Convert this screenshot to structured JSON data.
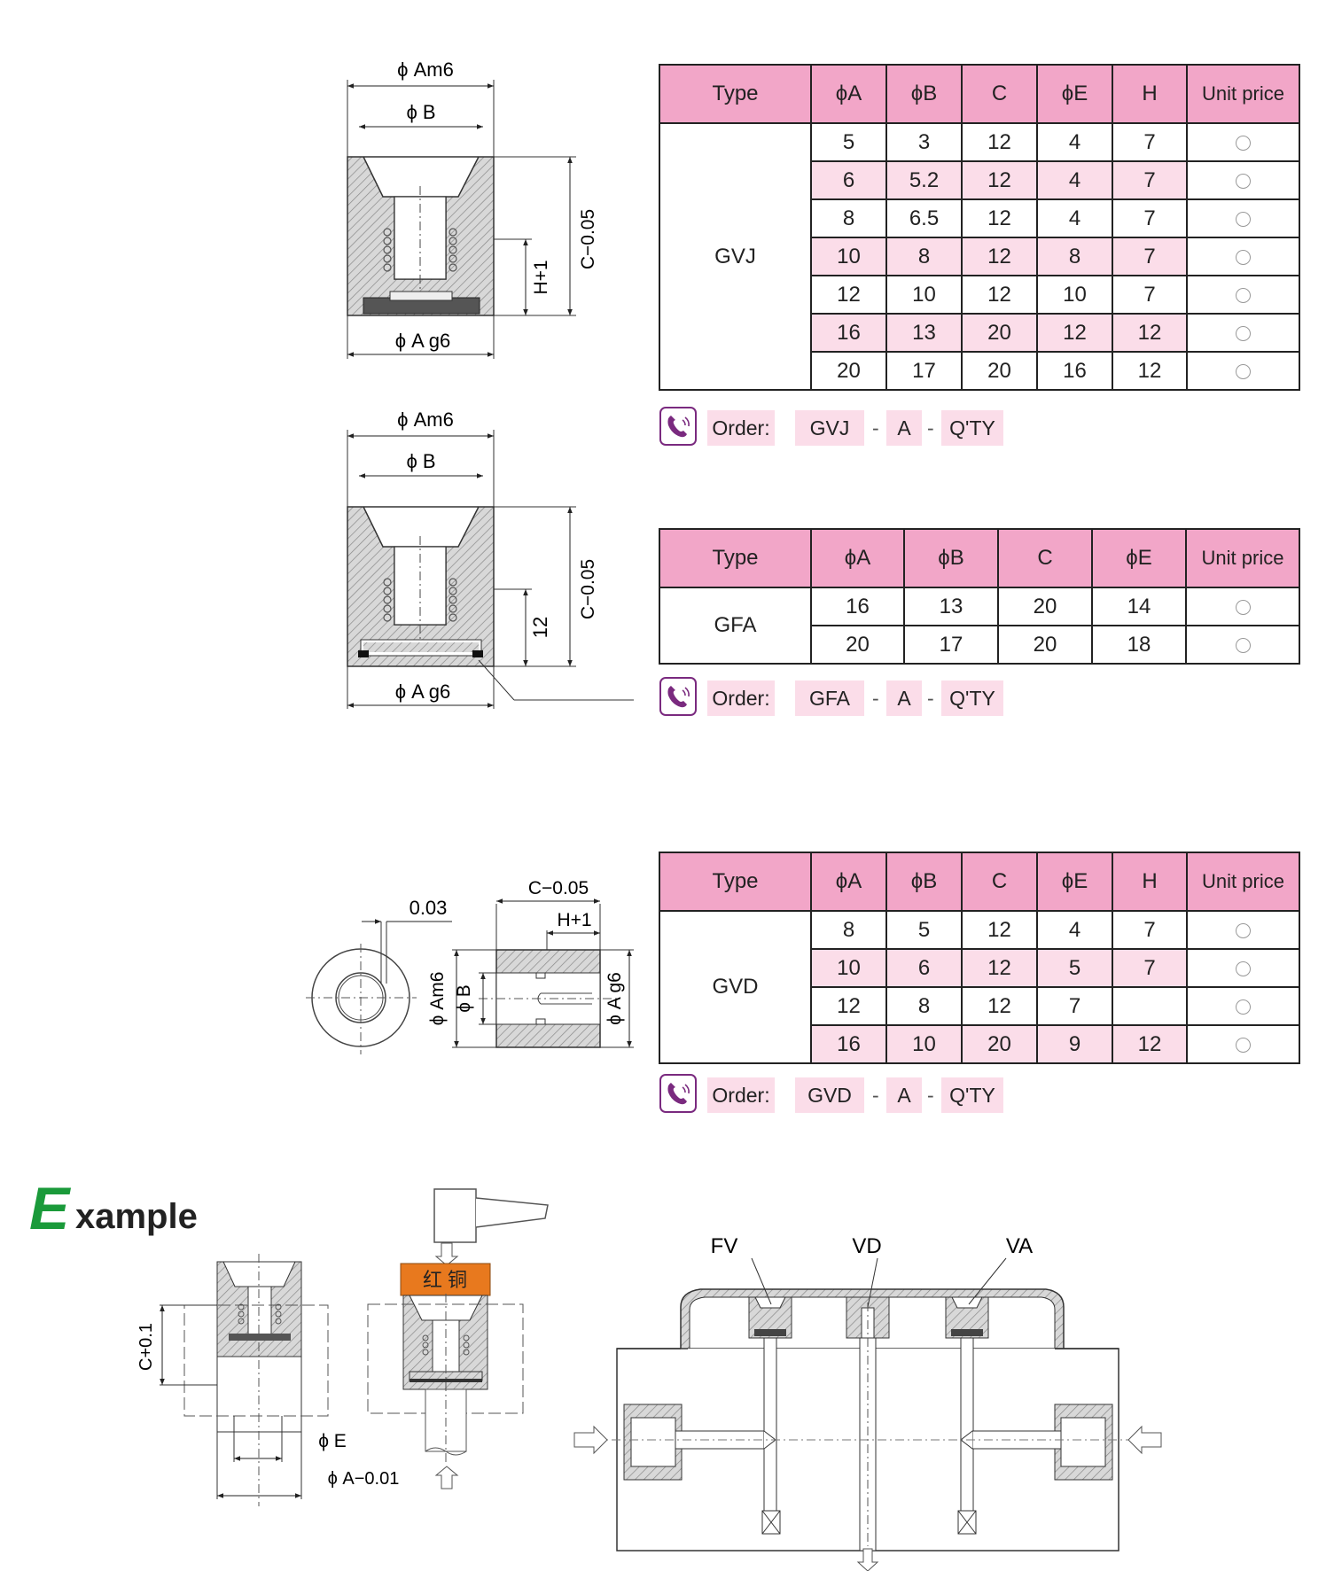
{
  "tables": [
    {
      "id": "gvj",
      "headers": [
        "Type",
        "ϕA",
        "ϕB",
        "C",
        "ϕE",
        "H",
        "Unit price"
      ],
      "type": "GVJ",
      "rows": [
        [
          "5",
          "3",
          "12",
          "4",
          "7"
        ],
        [
          "6",
          "5.2",
          "12",
          "4",
          "7"
        ],
        [
          "8",
          "6.5",
          "12",
          "4",
          "7"
        ],
        [
          "10",
          "8",
          "12",
          "8",
          "7"
        ],
        [
          "12",
          "10",
          "12",
          "10",
          "7"
        ],
        [
          "16",
          "13",
          "20",
          "12",
          "12"
        ],
        [
          "20",
          "17",
          "20",
          "16",
          "12"
        ]
      ]
    },
    {
      "id": "gfa",
      "headers": [
        "Type",
        "ϕA",
        "ϕB",
        "C",
        "ϕE",
        "Unit price"
      ],
      "type": "GFA",
      "rows": [
        [
          "16",
          "13",
          "20",
          "14"
        ],
        [
          "20",
          "17",
          "20",
          "18"
        ]
      ]
    },
    {
      "id": "gvd",
      "headers": [
        "Type",
        "ϕA",
        "ϕB",
        "C",
        "ϕE",
        "H",
        "Unit price"
      ],
      "type": "GVD",
      "rows": [
        [
          "8",
          "5",
          "12",
          "4",
          "7"
        ],
        [
          "10",
          "6",
          "12",
          "5",
          "7"
        ],
        [
          "12",
          "8",
          "12",
          "7",
          ""
        ],
        [
          "16",
          "10",
          "20",
          "9",
          "12"
        ]
      ]
    }
  ],
  "orders": [
    {
      "label": "Order:",
      "code": "GVJ",
      "dash": "-",
      "a": "A",
      "qty": "Q'TY"
    },
    {
      "label": "Order:",
      "code": "GFA",
      "dash": "-",
      "a": "A",
      "qty": "Q'TY"
    },
    {
      "label": "Order:",
      "code": "GVD",
      "dash": "-",
      "a": "A",
      "qty": "Q'TY"
    }
  ],
  "drawings": {
    "d1": {
      "am6": "ϕ Am6",
      "b": "ϕ B",
      "c": "C−0.05",
      "h": "H+1",
      "ag6": "ϕ A g6"
    },
    "d2": {
      "am6": "ϕ Am6",
      "b": "ϕ B",
      "c": "C−0.05",
      "h": "12",
      "ag6": "ϕ A g6"
    },
    "d3": {
      "tol": "0.03",
      "c": "C−0.05",
      "h": "H+1",
      "am6": "ϕ Am6",
      "b": "ϕ B",
      "ag6": "ϕ A g6"
    }
  },
  "example": {
    "title_big": "E",
    "title_rest": "xample",
    "c": "C+0.1",
    "e": "ϕ E",
    "a": "ϕ A−0.01",
    "copper": "红 铜",
    "fv": "FV",
    "vd": "VD",
    "va": "VA"
  },
  "colors": {
    "header_pink": "#f2a6c8",
    "row_pink": "#fbdde9",
    "copper": "#e8791e",
    "example_green": "#1a9a3a",
    "phone_purple": "#7a2a7f"
  }
}
